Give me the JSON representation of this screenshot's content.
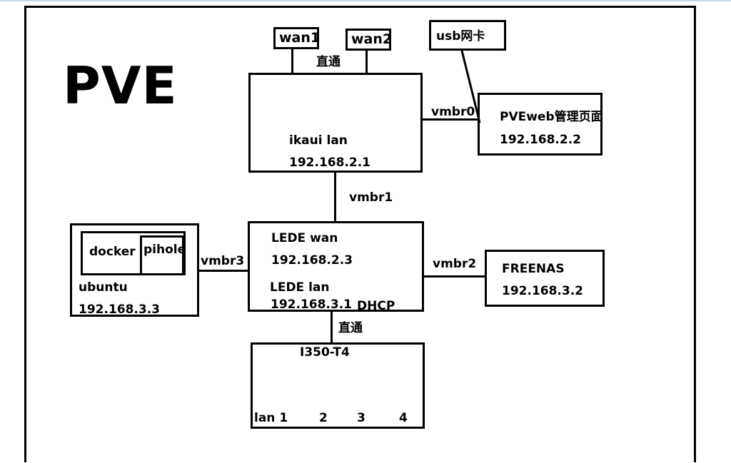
{
  "title": "PVE",
  "wan1": "wan1",
  "wan2": "wan2",
  "passthrough_top": "直通",
  "usb_nic": "usb网卡",
  "ikuai": {
    "name": "ikaui  lan",
    "ip": "192.168.2.1"
  },
  "vmbr0": "vmbr0",
  "pve_web": {
    "name": "PVEweb管理页面",
    "ip": "192.168.2.2"
  },
  "vmbr1": "vmbr1",
  "lede": {
    "wan_name": "LEDE wan",
    "wan_ip": "192.168.2.3",
    "lan_name": "LEDE lan",
    "lan_ip": "192.168.3.1",
    "dhcp": "DHCP"
  },
  "vmbr2": "vmbr2",
  "freenas": {
    "name": "FREENAS",
    "ip": "192.168.3.2"
  },
  "vmbr3": "vmbr3",
  "ubuntu": {
    "docker": "docker",
    "pihole": "pihole",
    "name": "ubuntu",
    "ip": "192.168.3.3"
  },
  "passthrough_bottom": "直通",
  "nic": {
    "name": "I350-T4",
    "ports": [
      "lan 1",
      "2",
      "3",
      "4"
    ]
  }
}
